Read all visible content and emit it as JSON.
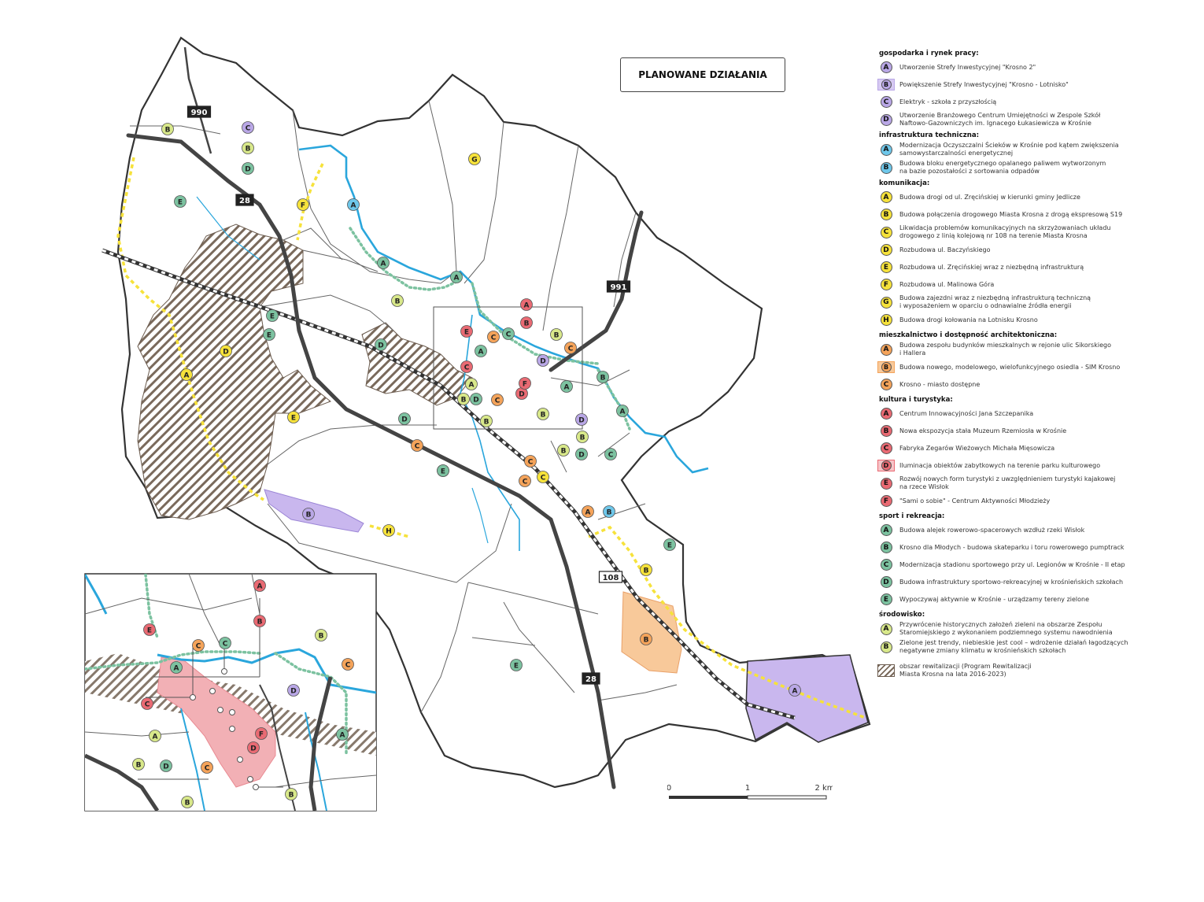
{
  "title": "PLANOWANE DZIAŁANIA",
  "colors": {
    "purple": "#b9a7e6",
    "blue": "#6ec7ea",
    "yellow": "#f6e23b",
    "orange": "#f4a35a",
    "red": "#e96a73",
    "green": "#7cc2a0",
    "lime": "#d8e88a",
    "river": "#2aa6dc",
    "road": "#444444",
    "revit": "#7a6a5c"
  },
  "roads": [
    {
      "label": "990"
    },
    {
      "label": "28"
    },
    {
      "label": "991"
    },
    {
      "label": "108"
    },
    {
      "label": "28"
    }
  ],
  "legend": {
    "sections": [
      {
        "title": "gospodarka i rynek pracy:",
        "color": "purple",
        "items": [
          {
            "letter": "A",
            "shape": "circle",
            "text": "Utworzenie Strefy Inwestycyjnej \"Krosno 2\""
          },
          {
            "letter": "B",
            "shape": "rect",
            "text": "Powiększenie Strefy Inwestycyjnej \"Krosno - Lotnisko\""
          },
          {
            "letter": "C",
            "shape": "circle",
            "text": "Elektryk - szkoła z przyszłością"
          },
          {
            "letter": "D",
            "shape": "circle",
            "text": "Utworzenie Branżowego Centrum Umiejętności w Zespole Szkół\nNaftowo-Gazowniczych im. Ignacego Łukasiewicza w Krośnie"
          }
        ]
      },
      {
        "title": "infrastruktura techniczna:",
        "color": "blue",
        "items": [
          {
            "letter": "A",
            "shape": "circle",
            "text": "Modernizacja Oczyszczalni Ścieków w Krośnie pod kątem zwiększenia\nsamowystarczalności energetycznej"
          },
          {
            "letter": "B",
            "shape": "circle",
            "text": "Budowa bloku energetycznego opalanego paliwem wytworzonym\nna bazie pozostałości z sortowania odpadów"
          }
        ]
      },
      {
        "title": "komunikacja:",
        "color": "yellow",
        "items": [
          {
            "letter": "A",
            "shape": "circle",
            "text": "Budowa drogi od ul. Zręcińskiej w kierunki gminy Jedlicze"
          },
          {
            "letter": "B",
            "shape": "circle",
            "text": "Budowa połączenia drogowego Miasta Krosna z drogą ekspresową S19"
          },
          {
            "letter": "C",
            "shape": "circle",
            "text": "Likwidacja problemów komunikacyjnych na skrzyżowaniach układu\ndrogowego z linią kolejową nr 108 na terenie Miasta Krosna"
          },
          {
            "letter": "D",
            "shape": "circle",
            "text": "Rozbudowa ul. Baczyńskiego"
          },
          {
            "letter": "E",
            "shape": "circle",
            "text": "Rozbudowa ul. Zręcińskiej wraz z niezbędną infrastrukturą"
          },
          {
            "letter": "F",
            "shape": "circle",
            "text": "Rozbudowa ul. Malinowa Góra"
          },
          {
            "letter": "G",
            "shape": "circle",
            "text": "Budowa zajezdni wraz z niezbędną infrastrukturą techniczną\ni wyposażeniem w oparciu o odnawialne źródła energii"
          },
          {
            "letter": "H",
            "shape": "circle",
            "text": "Budowa drogi kołowania na Lotnisku Krosno"
          }
        ]
      },
      {
        "title": "mieszkalnictwo i dostępność architektoniczna:",
        "color": "orange",
        "items": [
          {
            "letter": "A",
            "shape": "circle",
            "text": "Budowa zespołu budynków mieszkalnych w rejonie ulic Sikorskiego\ni Hallera"
          },
          {
            "letter": "B",
            "shape": "rect",
            "text": "Budowa nowego, modelowego, wielofunkcyjnego osiedla - SIM Krosno"
          },
          {
            "letter": "C",
            "shape": "circle",
            "text": "Krosno - miasto dostępne"
          }
        ]
      },
      {
        "title": "kultura i turystyka:",
        "color": "red",
        "items": [
          {
            "letter": "A",
            "shape": "circle",
            "text": "Centrum Innowacyjności Jana Szczepanika"
          },
          {
            "letter": "B",
            "shape": "circle",
            "text": "Nowa ekspozycja stała Muzeum Rzemiosła w Krośnie"
          },
          {
            "letter": "C",
            "shape": "circle",
            "text": "Fabryka Zegarów Wieżowych Michała Mięsowicza"
          },
          {
            "letter": "D",
            "shape": "rect",
            "text": "Iluminacja obiektów zabytkowych na terenie parku kulturowego"
          },
          {
            "letter": "E",
            "shape": "circle",
            "text": "Rozwój nowych form turystyki z uwzględnieniem turystyki kajakowej\nna rzece Wisłok"
          },
          {
            "letter": "F",
            "shape": "circle",
            "text": "\"Sami o sobie\" - Centrum Aktywności Młodzieży"
          }
        ]
      },
      {
        "title": "sport i rekreacja:",
        "color": "green",
        "items": [
          {
            "letter": "A",
            "shape": "circle",
            "text": "Budowa alejek rowerowo-spacerowych wzdłuż rzeki Wisłok"
          },
          {
            "letter": "B",
            "shape": "circle",
            "text": "Krosno dla Młodych - budowa skateparku i toru rowerowego pumptrack"
          },
          {
            "letter": "C",
            "shape": "circle",
            "text": "Modernizacja stadionu sportowego przy ul. Legionów w Krośnie - II etap"
          },
          {
            "letter": "D",
            "shape": "circle",
            "text": "Budowa infrastruktury sportowo-rekreacyjnej w krośnieńskich szkołach"
          },
          {
            "letter": "E",
            "shape": "circle",
            "text": "Wypoczywaj aktywnie w Krośnie - urządzamy tereny zielone"
          }
        ]
      },
      {
        "title": "środowisko:",
        "color": "lime",
        "items": [
          {
            "letter": "A",
            "shape": "circle",
            "text": "Przywrócenie historycznych założeń zieleni na obszarze Zespołu\nStaromiejskiego z wykonaniem podziemnego systemu nawodnienia"
          },
          {
            "letter": "B",
            "shape": "circle",
            "text": "Zielone jest trendy, niebieskie jest cool – wdrożenie działań łagodzących\nnegatywne zmiany klimatu w krośnieńskich szkołach"
          }
        ]
      }
    ],
    "revitalization": "obszar rewitalizacji (Program Rewitalizacji\nMiasta Krosna na lata 2016-2023)"
  },
  "scale": {
    "labels": [
      "0",
      "1",
      "2 km"
    ]
  },
  "markers": [
    {
      "letter": "B",
      "color": "lime"
    },
    {
      "letter": "C",
      "color": "purple"
    },
    {
      "letter": "B",
      "color": "lime"
    },
    {
      "letter": "D",
      "color": "green"
    },
    {
      "letter": "G",
      "color": "yellow"
    },
    {
      "letter": "E",
      "color": "green"
    },
    {
      "letter": "F",
      "color": "yellow"
    },
    {
      "letter": "A",
      "color": "blue"
    },
    {
      "letter": "A",
      "color": "green"
    },
    {
      "letter": "A",
      "color": "green"
    },
    {
      "letter": "B",
      "color": "lime"
    },
    {
      "letter": "E",
      "color": "green"
    },
    {
      "letter": "E",
      "color": "green"
    },
    {
      "letter": "D",
      "color": "yellow"
    },
    {
      "letter": "A",
      "color": "yellow"
    },
    {
      "letter": "D",
      "color": "green"
    },
    {
      "letter": "E",
      "color": "yellow"
    },
    {
      "letter": "D",
      "color": "green"
    },
    {
      "letter": "C",
      "color": "orange"
    },
    {
      "letter": "E",
      "color": "green"
    },
    {
      "letter": "A",
      "color": "red"
    },
    {
      "letter": "B",
      "color": "red"
    },
    {
      "letter": "E",
      "color": "red"
    },
    {
      "letter": "C",
      "color": "orange"
    },
    {
      "letter": "C",
      "color": "green"
    },
    {
      "letter": "B",
      "color": "lime"
    },
    {
      "letter": "C",
      "color": "orange"
    },
    {
      "letter": "A",
      "color": "green"
    },
    {
      "letter": "C",
      "color": "red"
    },
    {
      "letter": "D",
      "color": "purple"
    },
    {
      "letter": "B",
      "color": "green"
    },
    {
      "letter": "A",
      "color": "lime"
    },
    {
      "letter": "D",
      "color": "red"
    },
    {
      "letter": "F",
      "color": "red"
    },
    {
      "letter": "A",
      "color": "green"
    },
    {
      "letter": "B",
      "color": "lime"
    },
    {
      "letter": "D",
      "color": "green"
    },
    {
      "letter": "C",
      "color": "orange"
    },
    {
      "letter": "B",
      "color": "lime"
    },
    {
      "letter": "A",
      "color": "green"
    },
    {
      "letter": "B",
      "color": "lime"
    },
    {
      "letter": "D",
      "color": "purple"
    },
    {
      "letter": "B",
      "color": "lime"
    },
    {
      "letter": "B",
      "color": "lime"
    },
    {
      "letter": "D",
      "color": "green"
    },
    {
      "letter": "C",
      "color": "green"
    },
    {
      "letter": "C",
      "color": "orange"
    },
    {
      "letter": "C",
      "color": "orange"
    },
    {
      "letter": "C",
      "color": "yellow"
    },
    {
      "letter": "E",
      "color": "green"
    },
    {
      "letter": "A",
      "color": "orange"
    },
    {
      "letter": "B",
      "color": "blue"
    },
    {
      "letter": "B",
      "color": "purple"
    },
    {
      "letter": "H",
      "color": "yellow"
    },
    {
      "letter": "E",
      "color": "green"
    },
    {
      "letter": "B",
      "color": "yellow"
    },
    {
      "letter": "B",
      "color": "orange"
    },
    {
      "letter": "E",
      "color": "green"
    },
    {
      "letter": "A",
      "color": "purple"
    }
  ],
  "inset_markers": [
    {
      "letter": "A",
      "color": "red"
    },
    {
      "letter": "B",
      "color": "red"
    },
    {
      "letter": "E",
      "color": "red"
    },
    {
      "letter": "C",
      "color": "orange"
    },
    {
      "letter": "C",
      "color": "green"
    },
    {
      "letter": "B",
      "color": "lime"
    },
    {
      "letter": "C",
      "color": "orange"
    },
    {
      "letter": "A",
      "color": "green"
    },
    {
      "letter": "C",
      "color": "red"
    },
    {
      "letter": "D",
      "color": "purple"
    },
    {
      "letter": "D",
      "color": "red"
    },
    {
      "letter": "F",
      "color": "red"
    },
    {
      "letter": "A",
      "color": "green"
    },
    {
      "letter": "A",
      "color": "lime"
    },
    {
      "letter": "B",
      "color": "lime"
    },
    {
      "letter": "D",
      "color": "green"
    },
    {
      "letter": "C",
      "color": "orange"
    },
    {
      "letter": "B",
      "color": "lime"
    },
    {
      "letter": "B",
      "color": "lime"
    }
  ]
}
